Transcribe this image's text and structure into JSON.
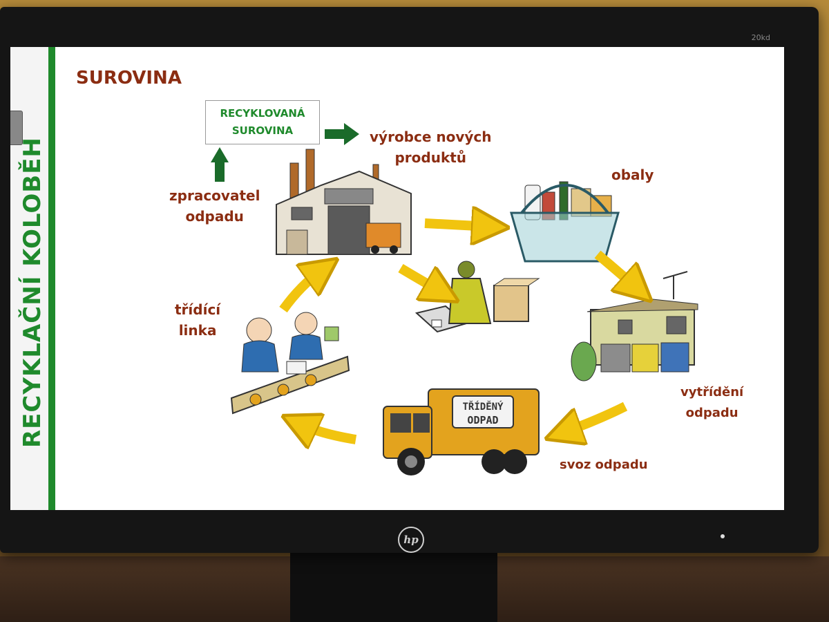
{
  "slide": {
    "vertical_title": "RECYKLAČNÍ KOLOBĚH",
    "section_title": "SUROVINA",
    "recycled_box": {
      "line1": "RECYKLOVANÁ",
      "line2": "SUROVINA"
    }
  },
  "cycle_labels": {
    "manufacturer": {
      "line1": "výrobce nových",
      "line2": "produktů"
    },
    "packaging": "obaly",
    "sorting": {
      "line1": "vytřídění",
      "line2": "odpadu"
    },
    "collection": "svoz odpadu",
    "sorting_line": {
      "line1": "třídící",
      "line2": "linka"
    },
    "processor": {
      "line1": "zpracovatel",
      "line2": "odpadu"
    }
  },
  "truck_sign": {
    "line1": "TŘÍDĚNÝ",
    "line2": "ODPAD"
  },
  "monitor": {
    "model_label": "20kd",
    "brand": "hp"
  },
  "colors": {
    "brand_green": "#1f8a2c",
    "label_brown": "#8b2d12",
    "arrow_yellow": "#f1c40f"
  }
}
